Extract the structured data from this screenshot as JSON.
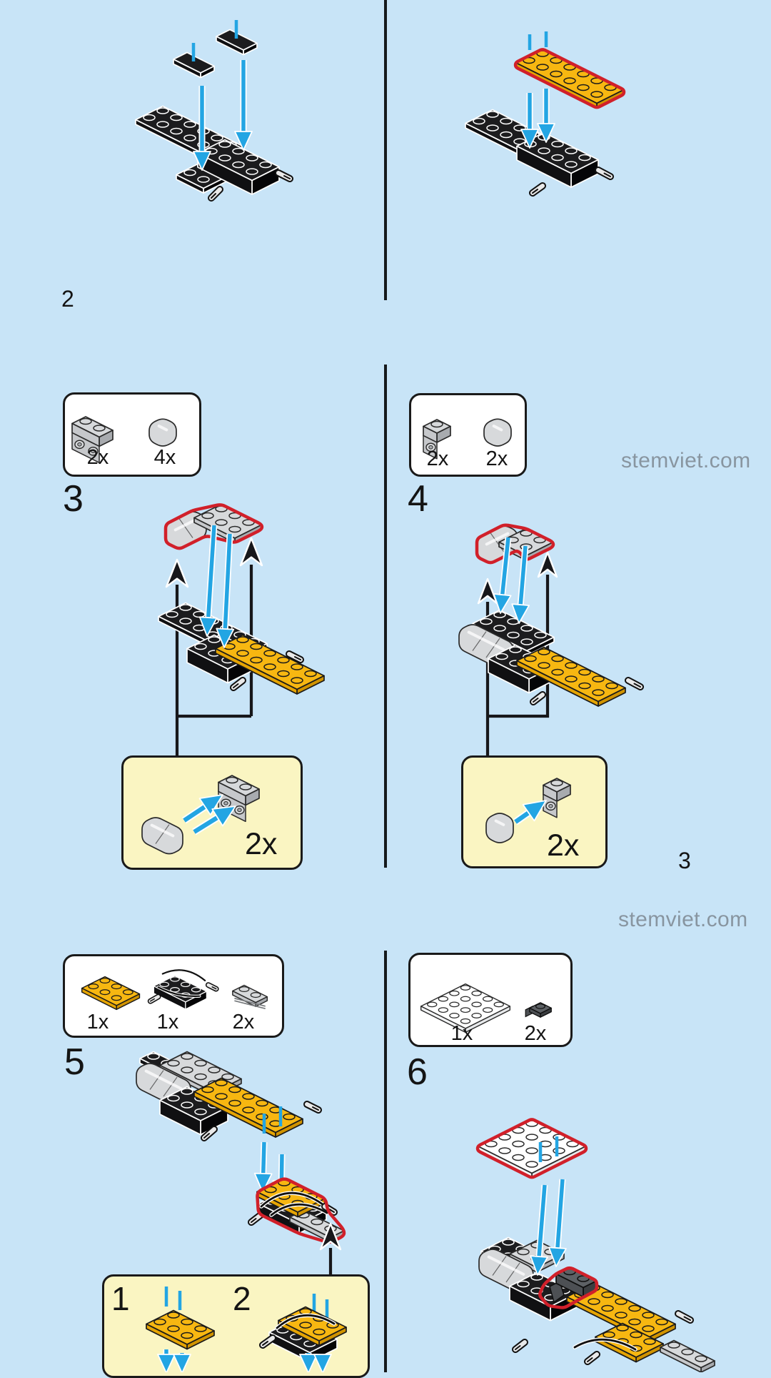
{
  "page": {
    "watermark": "stemviet.com",
    "left_page_number": "2",
    "right_page_number": "3"
  },
  "colors": {
    "background": "#c8e4f7",
    "callout_bg": "#faf5c2",
    "arrow_blue": "#23a5e3",
    "highlight_red": "#d1202a",
    "lego_yellow": "#f7b711",
    "lego_gray": "#d7d9db",
    "lego_black": "#1c1c1e",
    "lego_white": "#ffffff",
    "watermark_color": "#7e8892"
  },
  "steps": {
    "step3": {
      "number": "3",
      "parts": [
        {
          "icon": "bracket-1x2-plate-gray",
          "qty": "2x"
        },
        {
          "icon": "curved-slope-1x2-gray",
          "qty": "4x"
        }
      ],
      "callout_qty": "2x"
    },
    "step4": {
      "number": "4",
      "parts": [
        {
          "icon": "bracket-1x1-plate-gray",
          "qty": "2x"
        },
        {
          "icon": "curved-slope-1x2-gray",
          "qty": "2x"
        }
      ],
      "callout_qty": "2x"
    },
    "step5": {
      "number": "5",
      "parts": [
        {
          "icon": "plate-2x3-yellow",
          "qty": "1x"
        },
        {
          "icon": "wheel-holder-black",
          "qty": "1x"
        },
        {
          "icon": "rail-plate-gray",
          "qty": "2x"
        }
      ],
      "substep_1": "1",
      "substep_2": "2"
    },
    "step6": {
      "number": "6",
      "parts": [
        {
          "icon": "plate-4x4-white",
          "qty": "1x"
        },
        {
          "icon": "clip-plate-dark-gray",
          "qty": "2x"
        }
      ]
    }
  }
}
